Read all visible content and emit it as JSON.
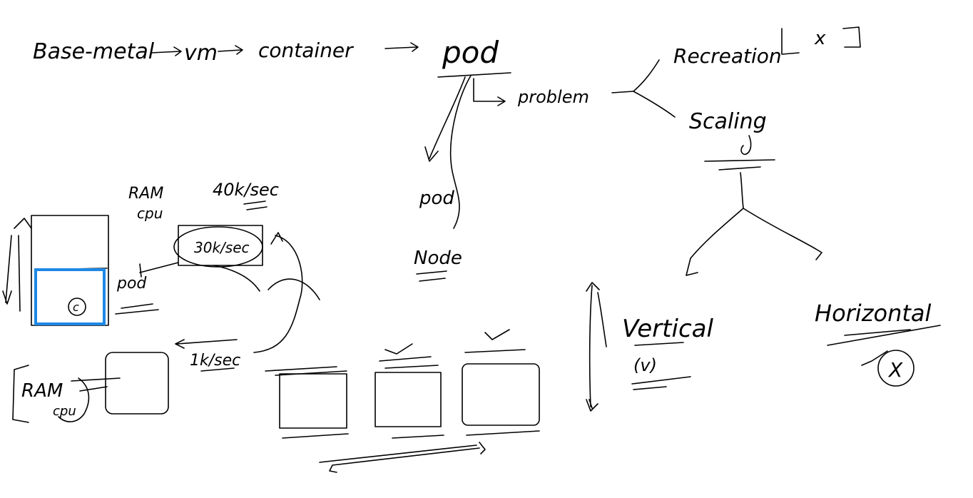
{
  "colors": {
    "ink": "#000000",
    "highlight": "#1e88e5",
    "background": "#ffffff"
  },
  "labels": {
    "bare_metal": "Base-metal",
    "vm": "vm",
    "container": "container",
    "pod_top": "pod",
    "problem": "problem",
    "recreation": "Recreation",
    "recreation_mark": "x",
    "scaling": "Scaling",
    "pod_lower": "pod",
    "node": "Node",
    "ram_cpu_top_ram": "RAM",
    "ram_cpu_top_cpu": "cpu",
    "rate_40k": "40k/sec",
    "rate_30k": "30k/sec",
    "pod_small": "pod",
    "c_mark": "c",
    "rate_1k": "1k/sec",
    "ram_bottom": "RAM",
    "cpu_bottom": "cpu",
    "vertical": "Vertical",
    "vertical_mark": "(v)",
    "horizontal": "Horizontal",
    "horizontal_mark": "X"
  }
}
